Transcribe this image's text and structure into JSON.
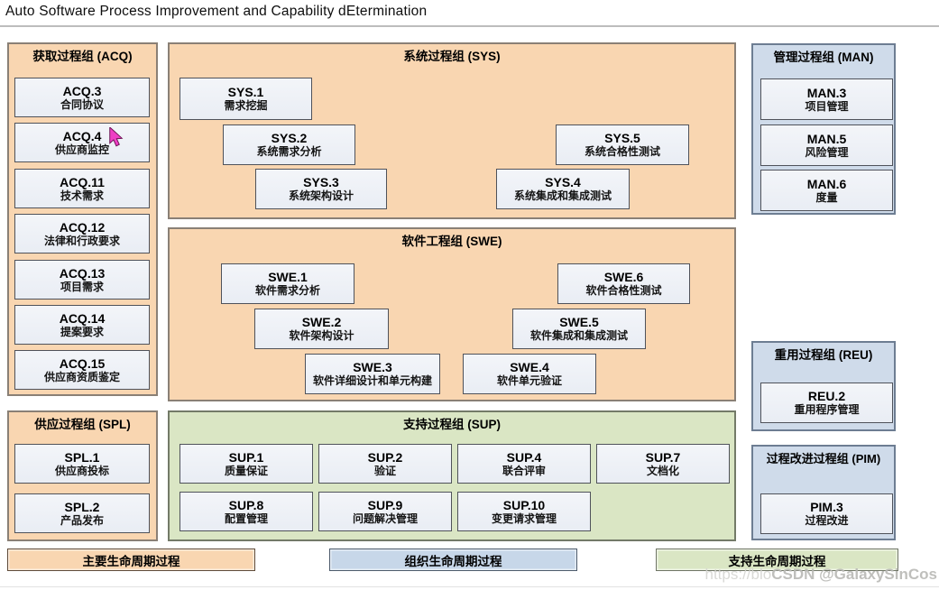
{
  "title": "Auto Software Process Improvement and Capability dEtermination",
  "colors": {
    "primary_group_fill": "#f9d6b1",
    "organizational_group_fill": "#cfdbea",
    "supporting_group_fill": "#dae6c4",
    "process_box_fill": "#eef1f6",
    "cursor_color": "#ee3fc4"
  },
  "groups": {
    "acq": {
      "title": "获取过程组 (ACQ)",
      "items": [
        {
          "code": "ACQ.3",
          "name": "合同协议"
        },
        {
          "code": "ACQ.4",
          "name": "供应商监控"
        },
        {
          "code": "ACQ.11",
          "name": "技术需求"
        },
        {
          "code": "ACQ.12",
          "name": "法律和行政要求"
        },
        {
          "code": "ACQ.13",
          "name": "项目需求"
        },
        {
          "code": "ACQ.14",
          "name": "提案要求"
        },
        {
          "code": "ACQ.15",
          "name": "供应商资质鉴定"
        }
      ]
    },
    "spl": {
      "title": "供应过程组 (SPL)",
      "items": [
        {
          "code": "SPL.1",
          "name": "供应商投标"
        },
        {
          "code": "SPL.2",
          "name": "产品发布"
        }
      ]
    },
    "sys": {
      "title": "系统过程组 (SYS)",
      "items": [
        {
          "code": "SYS.1",
          "name": "需求挖掘"
        },
        {
          "code": "SYS.2",
          "name": "系统需求分析"
        },
        {
          "code": "SYS.3",
          "name": "系统架构设计"
        },
        {
          "code": "SYS.4",
          "name": "系统集成和集成测试"
        },
        {
          "code": "SYS.5",
          "name": "系统合格性测试"
        }
      ]
    },
    "swe": {
      "title": "软件工程组 (SWE)",
      "items": [
        {
          "code": "SWE.1",
          "name": "软件需求分析"
        },
        {
          "code": "SWE.2",
          "name": "软件架构设计"
        },
        {
          "code": "SWE.3",
          "name": "软件详细设计和单元构建"
        },
        {
          "code": "SWE.4",
          "name": "软件单元验证"
        },
        {
          "code": "SWE.5",
          "name": "软件集成和集成测试"
        },
        {
          "code": "SWE.6",
          "name": "软件合格性测试"
        }
      ]
    },
    "sup": {
      "title": "支持过程组 (SUP)",
      "items": [
        {
          "code": "SUP.1",
          "name": "质量保证"
        },
        {
          "code": "SUP.2",
          "name": "验证"
        },
        {
          "code": "SUP.4",
          "name": "联合评审"
        },
        {
          "code": "SUP.7",
          "name": "文档化"
        },
        {
          "code": "SUP.8",
          "name": "配置管理"
        },
        {
          "code": "SUP.9",
          "name": "问题解决管理"
        },
        {
          "code": "SUP.10",
          "name": "变更请求管理"
        }
      ]
    },
    "man": {
      "title": "管理过程组 (MAN)",
      "items": [
        {
          "code": "MAN.3",
          "name": "项目管理"
        },
        {
          "code": "MAN.5",
          "name": "风险管理"
        },
        {
          "code": "MAN.6",
          "name": "度量"
        }
      ]
    },
    "reu": {
      "title": "重用过程组 (REU)",
      "items": [
        {
          "code": "REU.2",
          "name": "重用程序管理"
        }
      ]
    },
    "pim": {
      "title": "过程改进过程组 (PIM)",
      "items": [
        {
          "code": "PIM.3",
          "name": "过程改进"
        }
      ]
    }
  },
  "legend": {
    "primary": "主要生命周期过程",
    "organizational": "组织生命周期过程",
    "supporting": "支持生命周期过程"
  },
  "watermark": {
    "prefix": "https://blo",
    "text": "CSDN @GalaxySinCos"
  }
}
